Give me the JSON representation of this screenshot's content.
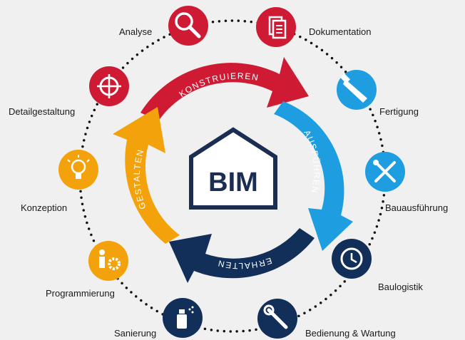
{
  "center": {
    "label": "BIM"
  },
  "phases": {
    "konstruieren": "KONSTRUIEREN",
    "ausfuehren": "AUSFÜHREN",
    "erhalten": "ERHALTEN",
    "gestalten": "GESTALTEN"
  },
  "steps": {
    "analyse": "Analyse",
    "dokumentation": "Dokumentation",
    "detailgestaltung": "Detailgestaltung",
    "fertigung": "Fertigung",
    "konzeption": "Konzeption",
    "bauausfuehrung": "Bauausführung",
    "programmierung": "Programmierung",
    "baulogistik": "Baulogistik",
    "sanierung": "Sanierung",
    "bedienung": "Bedienung & Wartung"
  },
  "colors": {
    "red": "#cf1a34",
    "blue": "#1e9ee0",
    "navy": "#112f59",
    "orange": "#f3a20c",
    "house": "#1b2d52"
  }
}
